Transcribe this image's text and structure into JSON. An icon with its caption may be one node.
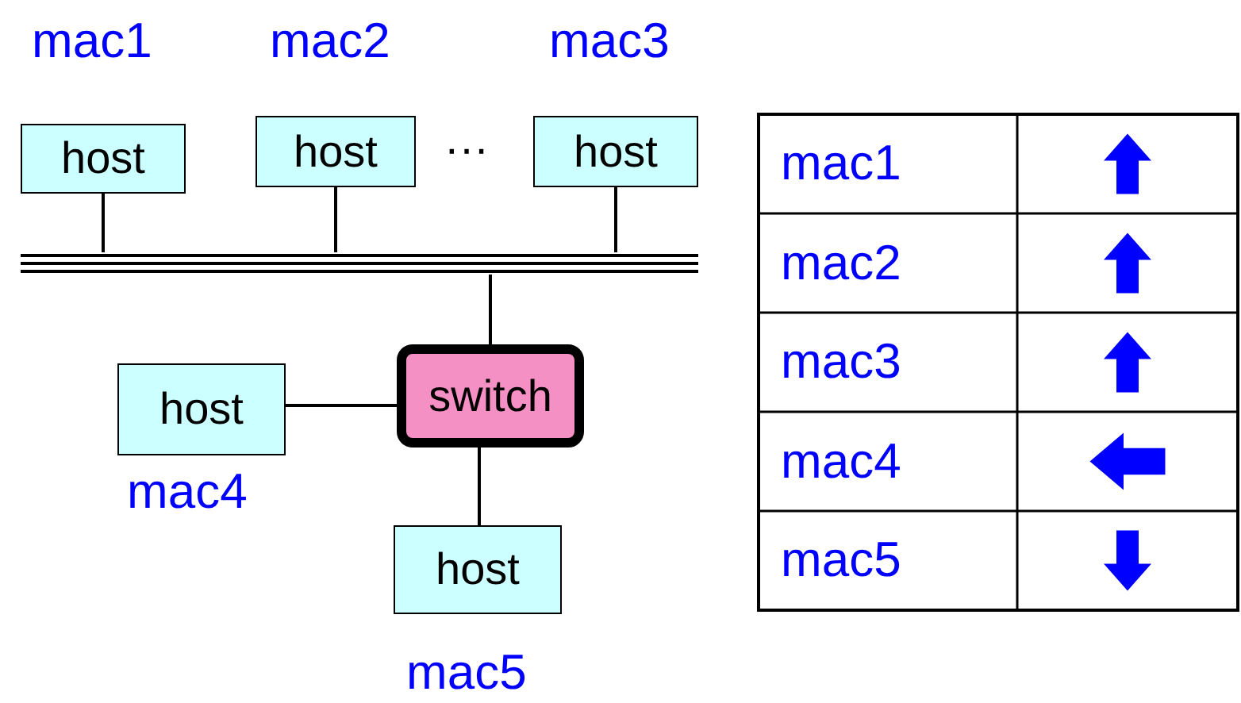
{
  "diagram": {
    "nodes": [
      {
        "text": [
          "host"
        ],
        "beside": [
          "mac1"
        ]
      },
      {
        "text": [
          "host"
        ],
        "beside": [
          "mac2"
        ]
      },
      {
        "text": [
          "host"
        ],
        "beside": [
          "mac3"
        ]
      },
      {
        "text": [],
        "shape": "bar"
      },
      {
        "text": [
          "switch"
        ]
      },
      {
        "text": [
          "host"
        ],
        "beside": [
          "mac4"
        ]
      },
      {
        "text": [
          "host"
        ],
        "beside": [
          "mac5"
        ]
      }
    ],
    "edges": [
      {
        "from": 0,
        "to": 3,
        "arrow": "none"
      },
      {
        "from": 1,
        "to": 3,
        "arrow": "none"
      },
      {
        "from": 2,
        "to": 3,
        "arrow": "none"
      },
      {
        "from": 3,
        "to": 4,
        "arrow": "none"
      },
      {
        "from": 5,
        "to": 4,
        "arrow": "none"
      },
      {
        "from": 4,
        "to": 6,
        "arrow": "none"
      }
    ],
    "labels": [
      "···",
      "mac1",
      "mac2",
      "mac3",
      "mac4",
      "mac5"
    ]
  }
}
